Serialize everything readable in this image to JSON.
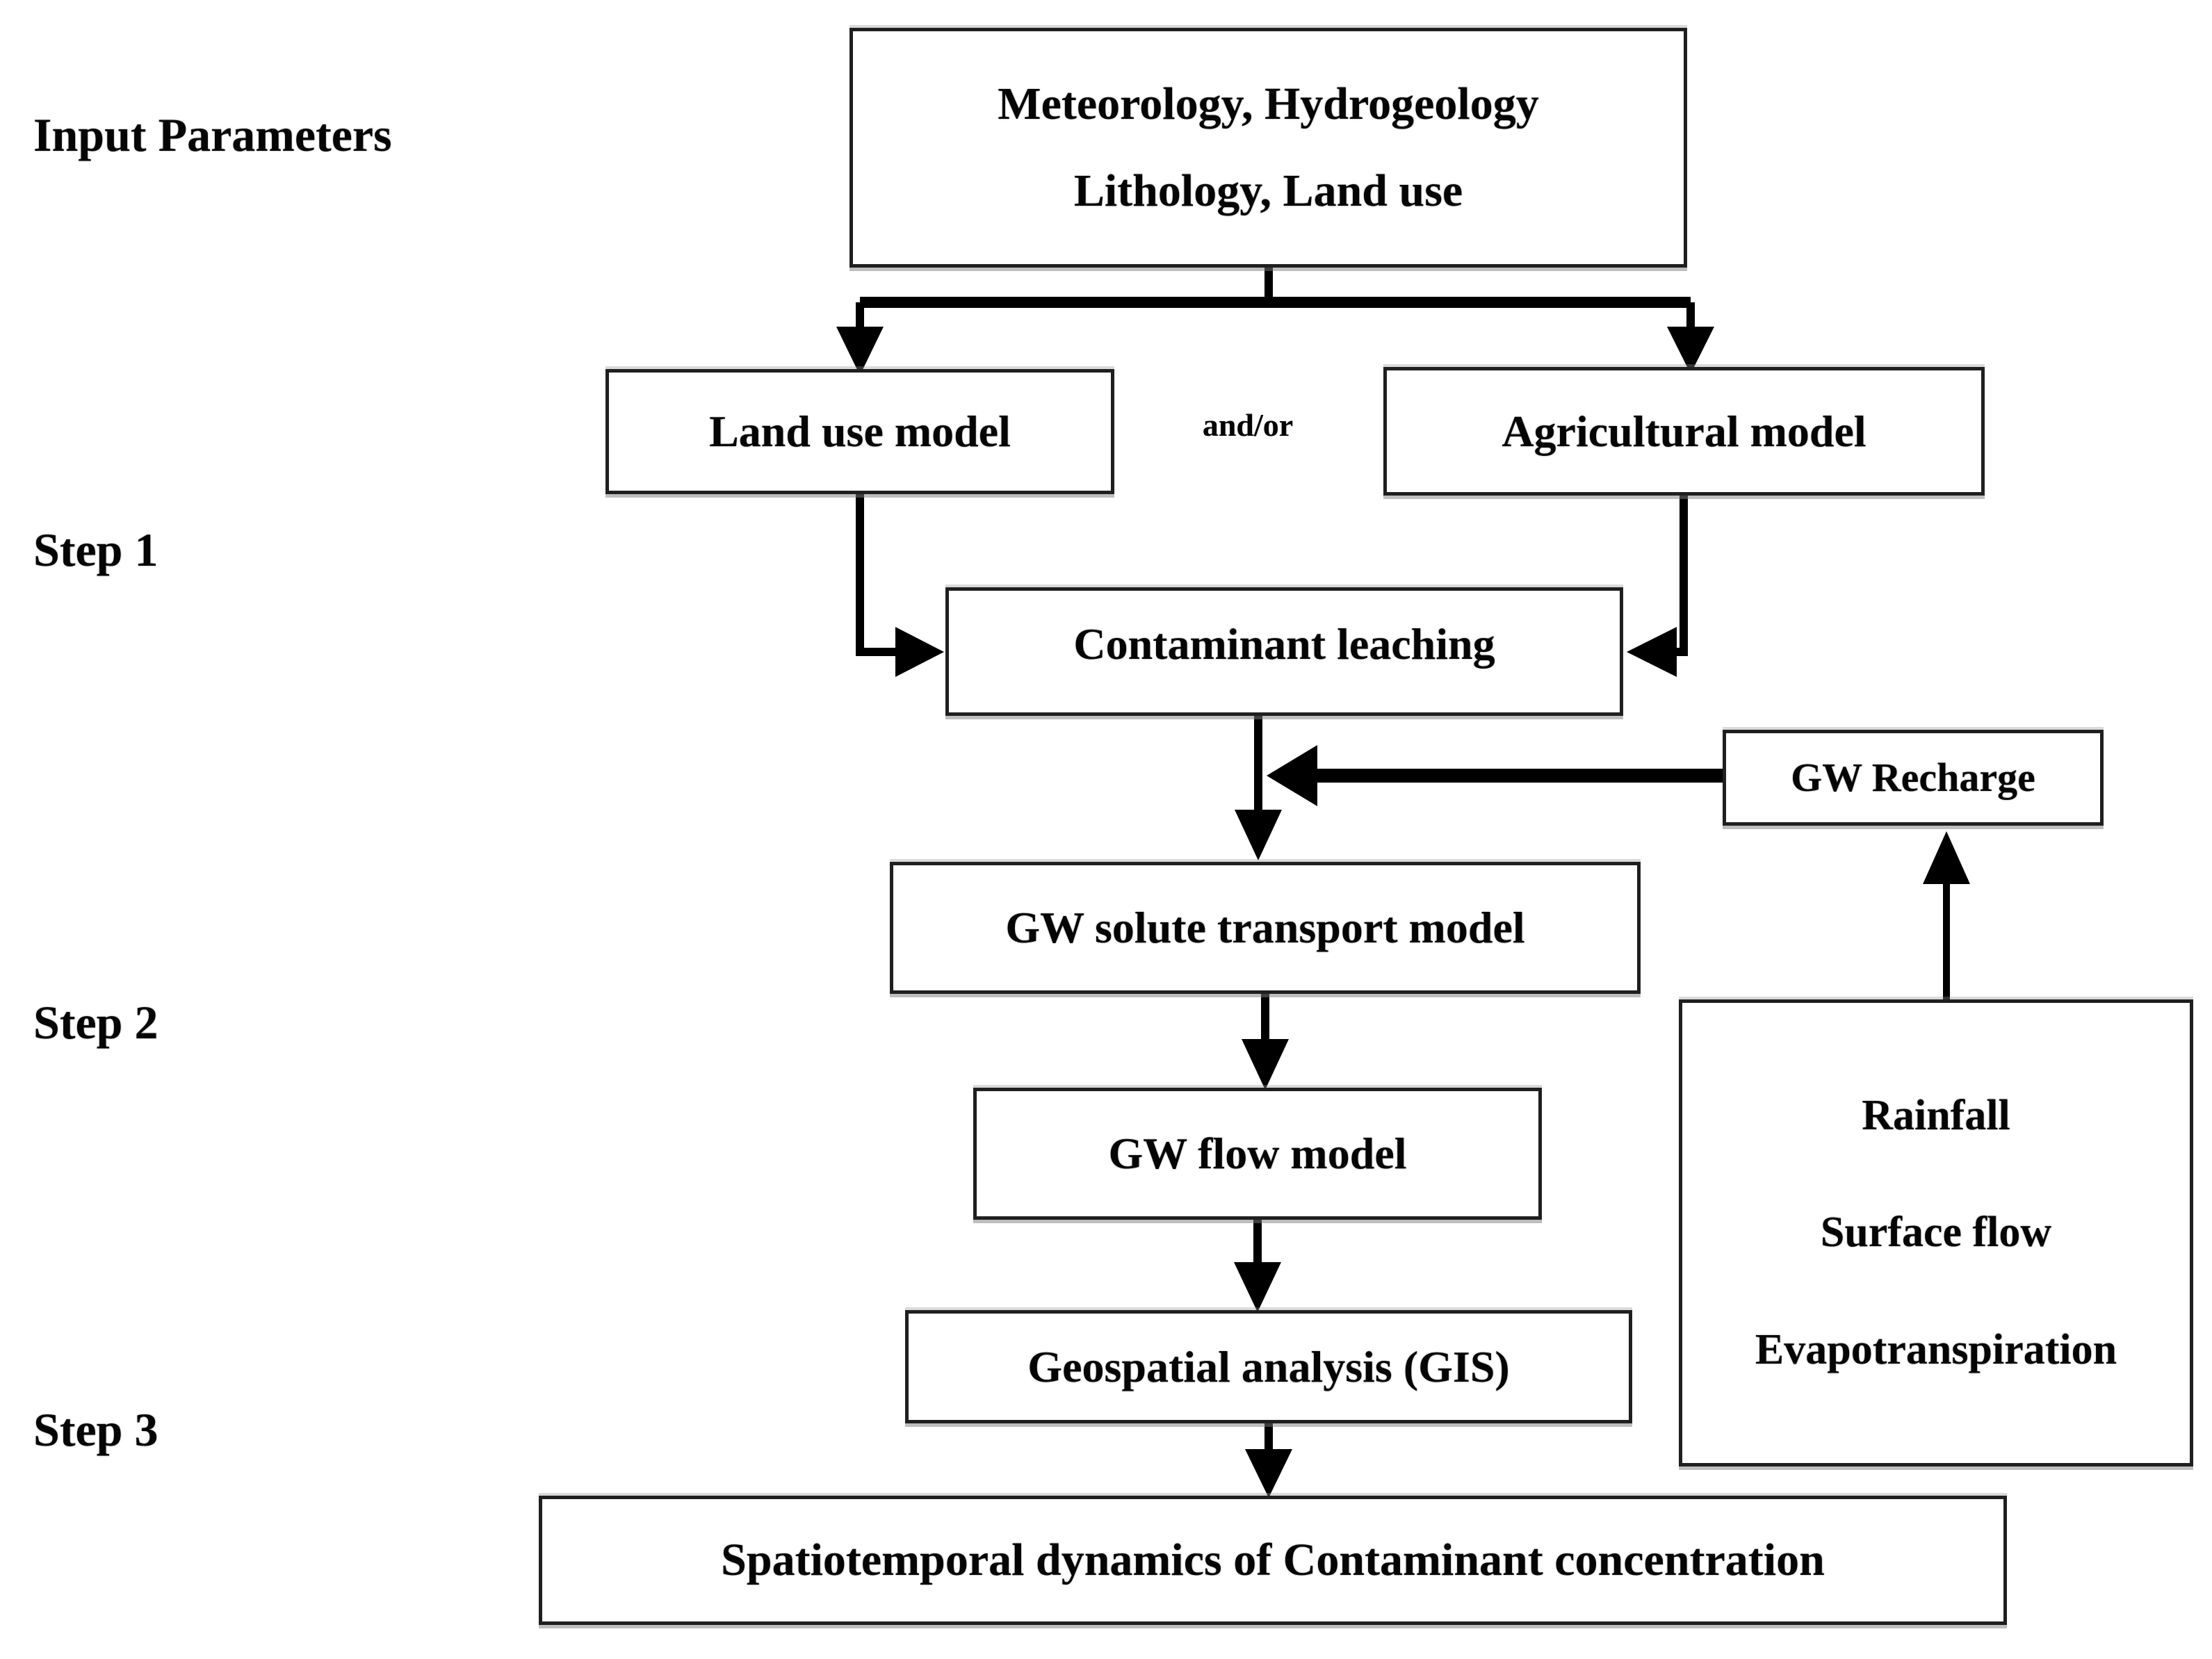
{
  "labels": {
    "input_parameters": "Input Parameters",
    "step_1": "Step 1",
    "step_2": "Step 2",
    "step_3": "Step 3",
    "and_or": "and/or"
  },
  "nodes": {
    "input_box": {
      "line1": "Meteorology, Hydrogeology",
      "line2": "Lithology, Land use"
    },
    "land_use_model": {
      "label": "Land use model"
    },
    "agricultural_model": {
      "label": "Agricultural model"
    },
    "contaminant_leaching": {
      "label": "Contaminant leaching"
    },
    "gw_recharge": {
      "label": "GW Recharge"
    },
    "gw_solute_transport_model": {
      "label": "GW solute transport model"
    },
    "gw_flow_model": {
      "label": "GW flow model"
    },
    "hydro_inputs_box": {
      "line1": "Rainfall",
      "line2": "Surface flow",
      "line3": "Evapotranspiration"
    },
    "geospatial_analysis": {
      "label": "Geospatial analysis (GIS)"
    },
    "output_box": {
      "label": "Spatiotemporal dynamics of Contaminant concentration"
    }
  },
  "colors": {
    "background": "#ffffff",
    "line": "#000000",
    "box_border": "#1f1f1f",
    "text": "#050505"
  }
}
